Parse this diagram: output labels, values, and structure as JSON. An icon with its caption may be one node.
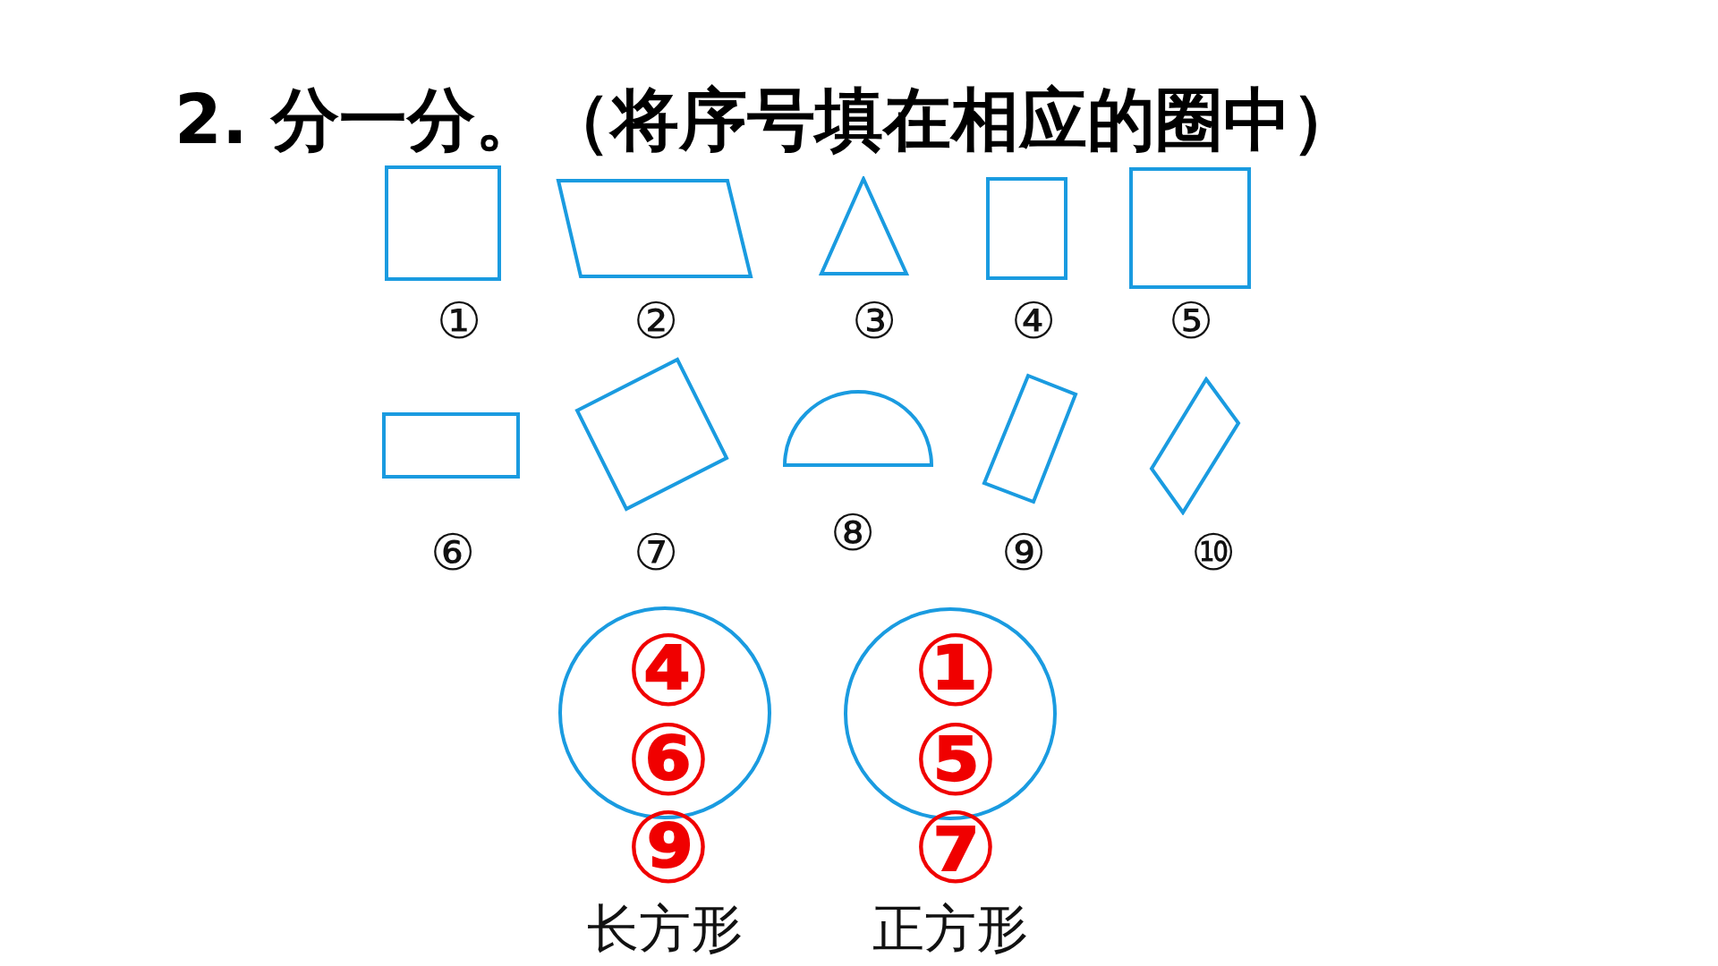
{
  "diagram": {
    "title": "2. 分一分。（将序号填在相应的圈中）",
    "nodes": [
      {
        "text": [],
        "shape": "square",
        "beside": [
          "①"
        ]
      },
      {
        "text": [],
        "shape": "parallelogram",
        "beside": [
          "②"
        ]
      },
      {
        "text": [],
        "shape": "triangle",
        "beside": [
          "③"
        ]
      },
      {
        "text": [],
        "shape": "rectangle",
        "beside": [
          "④"
        ]
      },
      {
        "text": [],
        "shape": "square",
        "beside": [
          "⑤"
        ]
      },
      {
        "text": [],
        "shape": "rectangle",
        "beside": [
          "⑥"
        ]
      },
      {
        "text": [],
        "shape": "square",
        "beside": [
          "⑦"
        ]
      },
      {
        "text": [],
        "shape": "semicircle",
        "beside": [
          "⑧"
        ]
      },
      {
        "text": [],
        "shape": "rectangle",
        "beside": [
          "⑨"
        ]
      },
      {
        "text": [],
        "shape": "diamond",
        "beside": [
          "⑩"
        ]
      },
      {
        "text": [
          "④",
          "⑥",
          "⑨"
        ],
        "beside": [
          "长方形"
        ]
      },
      {
        "text": [
          "①",
          "⑤",
          "⑦"
        ],
        "beside": [
          "正方形"
        ]
      }
    ],
    "edges": []
  }
}
